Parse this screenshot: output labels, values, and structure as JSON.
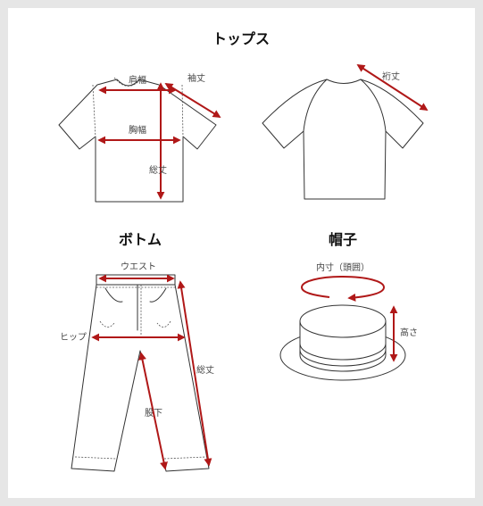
{
  "sections": {
    "tops": {
      "title": "トップス"
    },
    "bottom": {
      "title": "ボトム"
    },
    "hat": {
      "title": "帽子"
    }
  },
  "labels": {
    "shoulder_width": "肩幅",
    "sleeve_length": "袖丈",
    "chest_width": "胸幅",
    "body_length_tops": "総丈",
    "yuki_length": "裄丈",
    "waist": "ウエスト",
    "hip": "ヒップ",
    "inseam": "股下",
    "total_length_bottom": "総丈",
    "head_circumference": "内寸（頭囲）",
    "height": "高さ"
  },
  "colors": {
    "measure": "#b01818",
    "line": "#333333",
    "background": "#e6e6e6",
    "panel": "#ffffff"
  }
}
